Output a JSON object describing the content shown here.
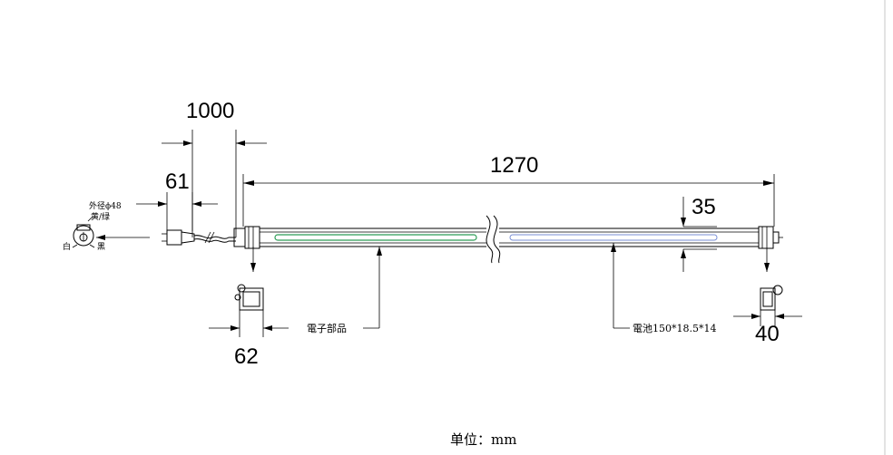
{
  "dimensions": {
    "cable_length": "1000",
    "plug_length": "61",
    "tube_length": "1270",
    "tube_diameter": "35",
    "left_cap_width": "62",
    "right_cap_width": "40"
  },
  "labels": {
    "outer_diameter": "外径ϕ48",
    "yellow_green": "黄/绿",
    "white": "白",
    "black": "黑",
    "electronics": "電子部品",
    "battery": "電池150*18.5*14"
  },
  "unit_note": "单位：mm",
  "colors": {
    "line": "#000000",
    "electronics_compartment": "#2f9e58",
    "battery_compartment": "#7a8fd6",
    "frame_border": "#e3e3e3"
  }
}
